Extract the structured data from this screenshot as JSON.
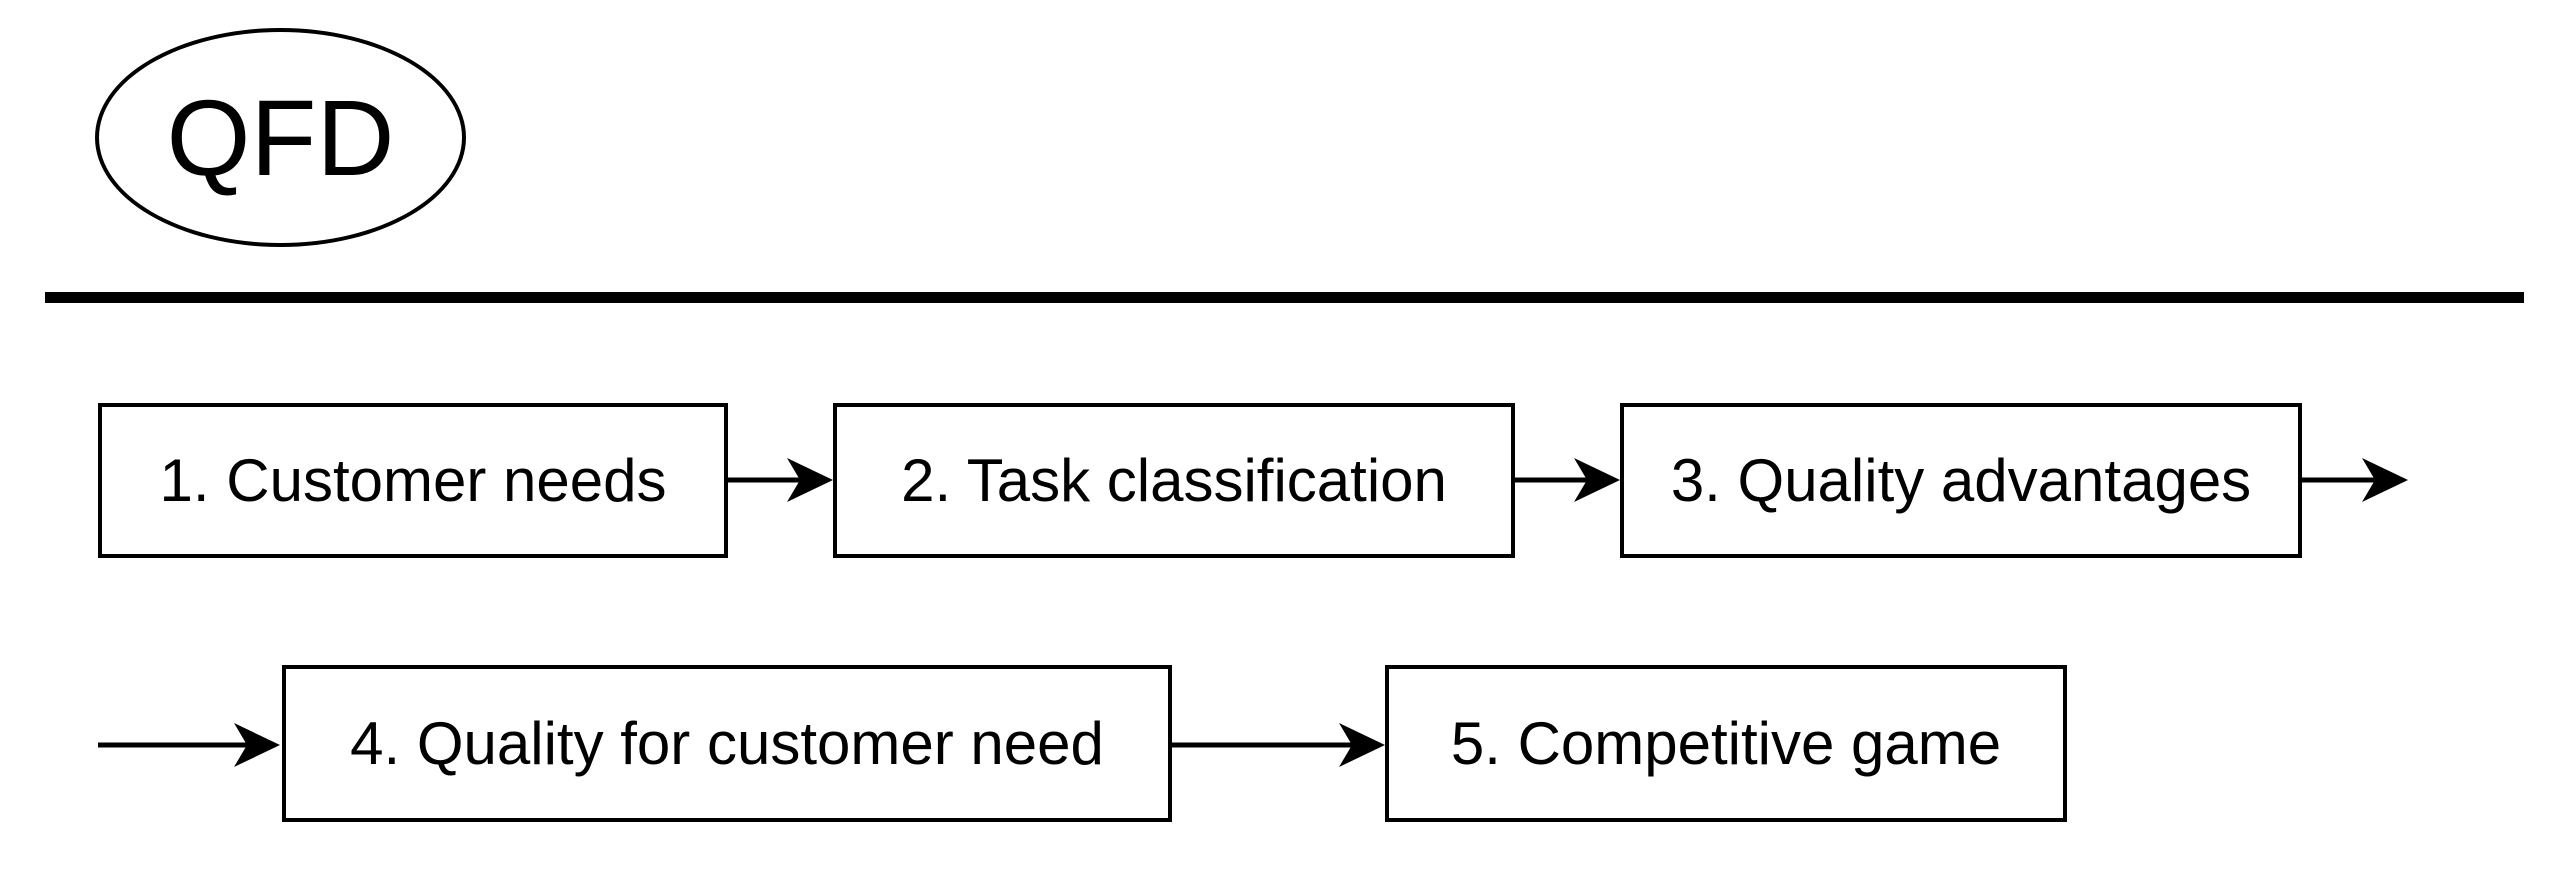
{
  "diagram": {
    "title": "QFD",
    "colors": {
      "stroke": "#000000",
      "background": "#ffffff",
      "text": "#000000"
    },
    "nodes": [
      {
        "id": "1",
        "label": "1. Customer needs"
      },
      {
        "id": "2",
        "label": "2. Task classification"
      },
      {
        "id": "3",
        "label": "3. Quality advantages"
      },
      {
        "id": "4",
        "label": "4. Quality for customer need"
      },
      {
        "id": "5",
        "label": "5. Competitive game"
      }
    ],
    "connections": [
      {
        "from": "1",
        "to": "2"
      },
      {
        "from": "2",
        "to": "3"
      },
      {
        "from": "3",
        "to": "row-wrap-exit"
      },
      {
        "from": "row-wrap-entry",
        "to": "4"
      },
      {
        "from": "4",
        "to": "5"
      }
    ]
  }
}
